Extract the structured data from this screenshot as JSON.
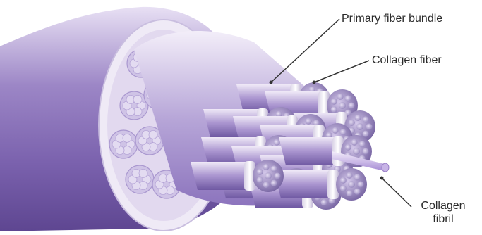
{
  "labels": {
    "primary_fiber_bundle": "Primary fiber bundle",
    "collagen_fiber": "Collagen fiber",
    "collagen_fibril": "Collagen fibril"
  },
  "colors": {
    "sheath_dark": "#6a4f9e",
    "sheath_mid": "#9c86c6",
    "sheath_light": "#d6cbe9",
    "fiber_face": "#8a78b4",
    "fibril_tip": "#c7b3e6",
    "leader_line": "#333333"
  }
}
